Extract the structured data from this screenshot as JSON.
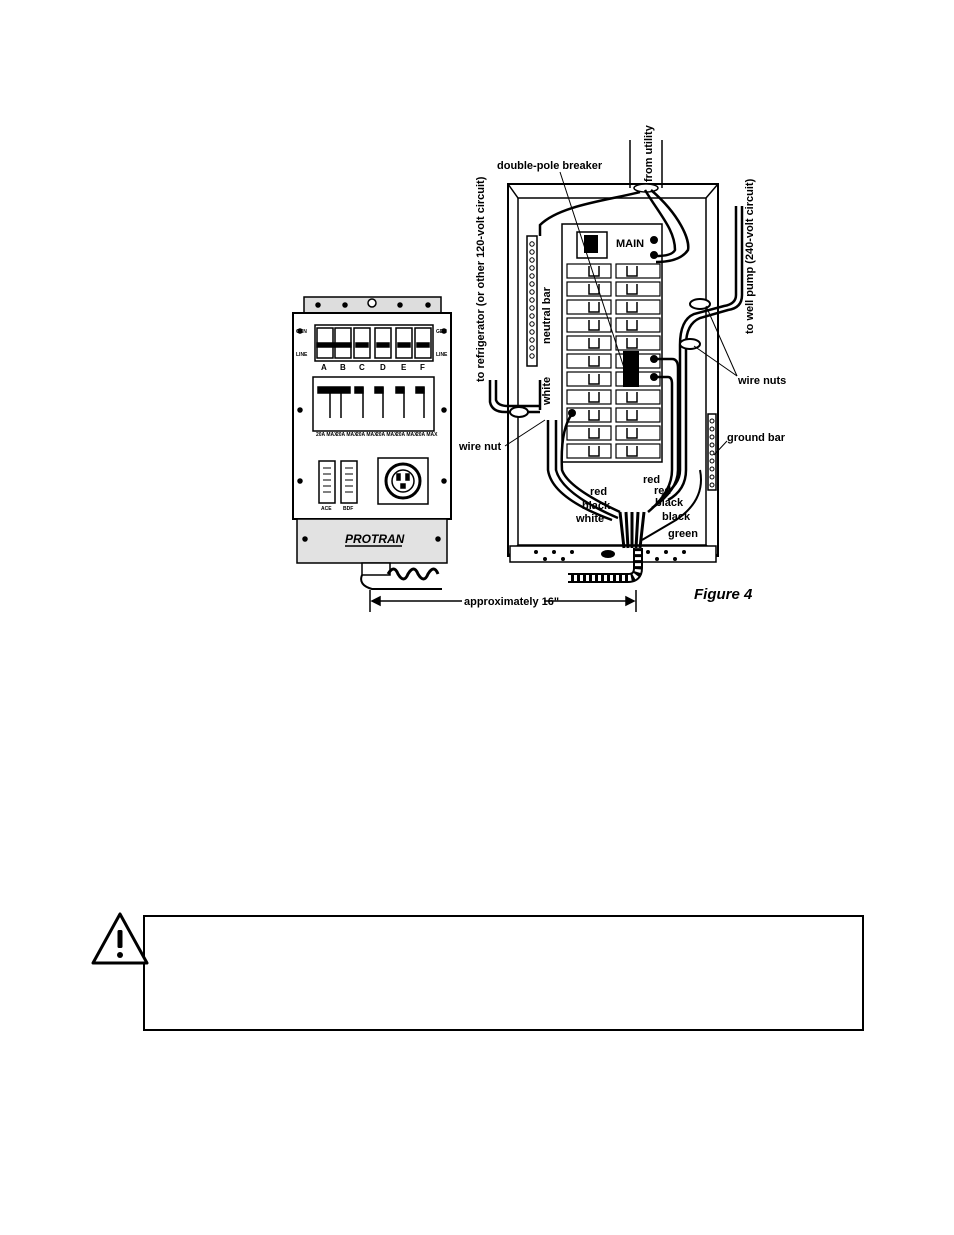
{
  "figure": {
    "caption": "Figure 4",
    "callouts": {
      "double_pole_breaker": "double-pole breaker",
      "from_utility": "from utility",
      "main": "MAIN",
      "neutral_bar": "neutral bar",
      "white_vertical": "white",
      "to_refrigerator": "to refrigerator (or other 120-volt circuit)",
      "to_well_pump": "to well pump (240-volt circuit)",
      "wire_nuts": "wire nuts",
      "wire_nut": "wire nut",
      "ground_bar": "ground bar",
      "red_1": "red",
      "red_2": "red",
      "red_3": "red",
      "black_1": "black",
      "black_2": "black",
      "black_3": "black",
      "white_1": "white",
      "green": "green",
      "approx_length": "approximately 16\""
    },
    "transfer_switch": {
      "brand": "PROTRAN",
      "gen_left": "GEN",
      "line_left": "LINE",
      "gen_right": "GEN",
      "line_right": "LINE",
      "circuit_letters": [
        "A",
        "B",
        "C",
        "D",
        "E",
        "F"
      ],
      "breaker_ratings": [
        "20A MAX",
        "20A MAX",
        "20A MAX",
        "20A MAX",
        "20A MAX",
        "20A MAX"
      ],
      "meter_labels": [
        "ACE",
        "BDF"
      ]
    }
  },
  "warning": {
    "icon": "warning-triangle-icon"
  }
}
